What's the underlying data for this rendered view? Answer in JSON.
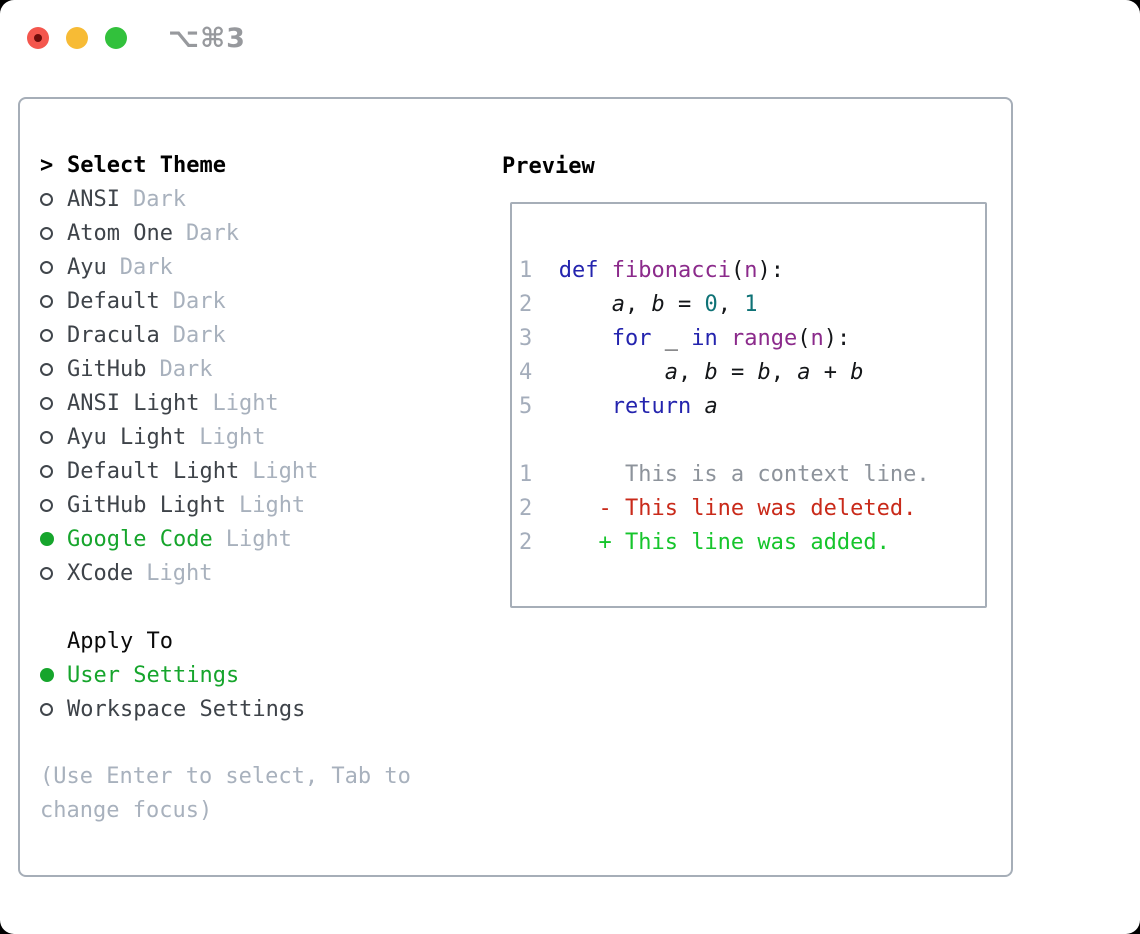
{
  "window": {
    "shortcut": "⌥⌘3"
  },
  "left": {
    "prompt": ">",
    "title": "Select Theme",
    "themes": [
      {
        "name": "ANSI",
        "variant": "Dark",
        "selected": false
      },
      {
        "name": "Atom One",
        "variant": "Dark",
        "selected": false
      },
      {
        "name": "Ayu",
        "variant": "Dark",
        "selected": false
      },
      {
        "name": "Default",
        "variant": "Dark",
        "selected": false
      },
      {
        "name": "Dracula",
        "variant": "Dark",
        "selected": false
      },
      {
        "name": "GitHub",
        "variant": "Dark",
        "selected": false
      },
      {
        "name": "ANSI Light",
        "variant": "Light",
        "selected": false
      },
      {
        "name": "Ayu Light",
        "variant": "Light",
        "selected": false
      },
      {
        "name": "Default Light",
        "variant": "Light",
        "selected": false
      },
      {
        "name": "GitHub Light",
        "variant": "Light",
        "selected": false
      },
      {
        "name": "Google Code",
        "variant": "Light",
        "selected": true
      },
      {
        "name": "XCode",
        "variant": "Light",
        "selected": false
      }
    ],
    "apply_to": {
      "title": "Apply To",
      "options": [
        {
          "label": "User Settings",
          "selected": true
        },
        {
          "label": "Workspace Settings",
          "selected": false
        }
      ]
    },
    "help": [
      "(Use Enter to select, Tab to",
      "change focus)"
    ]
  },
  "preview": {
    "title": "Preview",
    "lines": [
      [],
      [
        [
          "ln",
          "1"
        ],
        [
          "pl",
          "  "
        ],
        [
          "kw",
          "def"
        ],
        [
          "pl",
          " "
        ],
        [
          "fn",
          "fibonacci"
        ],
        [
          "pl",
          "("
        ],
        [
          "fn",
          "n"
        ],
        [
          "pl",
          "):"
        ]
      ],
      [
        [
          "ln",
          "2"
        ],
        [
          "pl",
          "      "
        ],
        [
          "vr",
          "a"
        ],
        [
          "pl",
          ", "
        ],
        [
          "vr",
          "b"
        ],
        [
          "pl",
          " = "
        ],
        [
          "lit",
          "0"
        ],
        [
          "pl",
          ", "
        ],
        [
          "lit",
          "1"
        ]
      ],
      [
        [
          "ln",
          "3"
        ],
        [
          "pl",
          "      "
        ],
        [
          "kw",
          "for"
        ],
        [
          "pl",
          " _ "
        ],
        [
          "kw",
          "in"
        ],
        [
          "pl",
          " "
        ],
        [
          "fn",
          "range"
        ],
        [
          "pl",
          "("
        ],
        [
          "fn",
          "n"
        ],
        [
          "pl",
          "):"
        ]
      ],
      [
        [
          "ln",
          "4"
        ],
        [
          "pl",
          "          "
        ],
        [
          "vr",
          "a"
        ],
        [
          "pl",
          ", "
        ],
        [
          "vr",
          "b"
        ],
        [
          "pl",
          " = "
        ],
        [
          "vr",
          "b"
        ],
        [
          "pl",
          ", "
        ],
        [
          "vr",
          "a"
        ],
        [
          "pl",
          " + "
        ],
        [
          "vr",
          "b"
        ]
      ],
      [
        [
          "ln",
          "5"
        ],
        [
          "pl",
          "      "
        ],
        [
          "kw",
          "return"
        ],
        [
          "pl",
          " "
        ],
        [
          "vr",
          "a"
        ]
      ],
      [],
      [
        [
          "ln",
          "1"
        ],
        [
          "ctx",
          "       This is a context line."
        ]
      ],
      [
        [
          "ln",
          "2"
        ],
        [
          "del",
          "     - This line was deleted."
        ]
      ],
      [
        [
          "ln",
          "2"
        ],
        [
          "add",
          "     + This line was added."
        ]
      ]
    ]
  },
  "colors": {
    "accent_green": "#16a52c",
    "keyword_blue": "#2424ae",
    "function_purple": "#8b2a8b",
    "literal_teal": "#0e7276",
    "line_number_gray": "#a4adbb",
    "muted_gray": "#a8b1bd",
    "text_dark": "#3e4349",
    "code_text": "#141619",
    "diff_context_gray": "#8d939b",
    "diff_deleted_red": "#c92a1a",
    "diff_added_green": "#16c52c",
    "border_gray": "#a6aeb8",
    "traffic_red": "#f4564d",
    "traffic_yellow": "#f7bb35",
    "traffic_green": "#32c13c"
  }
}
